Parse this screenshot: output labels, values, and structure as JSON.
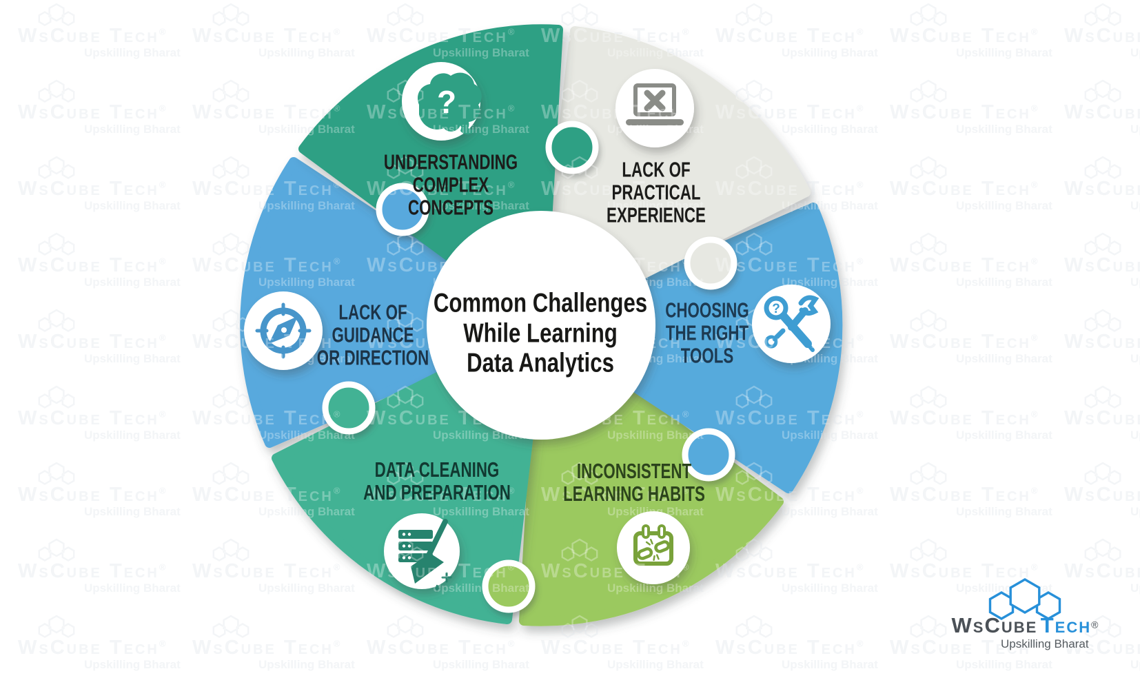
{
  "title": {
    "text": "Common Challenges\nWhile Learning\nData Analytics",
    "color": "#181816"
  },
  "segments": [
    {
      "id": "understanding",
      "label": "UNDERSTANDING\nCOMPLEX\nCONCEPTS",
      "color": "#2fa084",
      "text_color": "#1c1c1a",
      "icon": "brain-question-icon",
      "icon_color": "#2fa084",
      "icon_glyph": "?"
    },
    {
      "id": "practical",
      "label": "LACK OF\nPRACTICAL\nEXPERIENCE",
      "color": "#e7e8e2",
      "text_color": "#1c1c1a",
      "icon": "laptop-error-icon",
      "icon_color": "#8a8c87"
    },
    {
      "id": "tools",
      "label": "CHOOSING\nTHE RIGHT\nTOOLS",
      "color": "#57aadc",
      "text_color": "#1d3a52",
      "icon": "repair-tools-icon",
      "icon_color": "#3e9dd2",
      "icon_glyph": "?"
    },
    {
      "id": "habits",
      "label": "INCONSISTENT\nLEARNING HABITS",
      "color": "#9bc95f",
      "text_color": "#2c441c",
      "icon": "calendar-broken-chain-icon",
      "icon_color": "#79a23a"
    },
    {
      "id": "cleaning",
      "label": "DATA CLEANING\nAND PREPARATION",
      "color": "#42b294",
      "text_color": "#113931",
      "icon": "data-cleaning-broom-icon",
      "icon_color": "#27836e"
    },
    {
      "id": "guidance",
      "label": "LACK OF\nGUIDANCE\nOR DIRECTION",
      "color": "#58a9dd",
      "text_color": "#1c3347",
      "icon": "compass-icon",
      "icon_color": "#4795ca"
    }
  ],
  "watermark": {
    "text": "WsCube Tech",
    "reg": "®",
    "tagline": "Upskilling Bharat"
  },
  "brand": {
    "name_primary": "WsCube",
    "name_secondary": "Tech",
    "reg": "®",
    "tagline": "Upskilling Bharat",
    "hex_color": "#2790d9",
    "primary_color": "#4b5157",
    "secondary_color": "#2790d9",
    "tagline_color": "#555b60"
  },
  "colors": {
    "background": "#ffffff",
    "center_circle": "#ffffff",
    "icon_circle": "#ffffff",
    "gap": "#ffffff"
  }
}
